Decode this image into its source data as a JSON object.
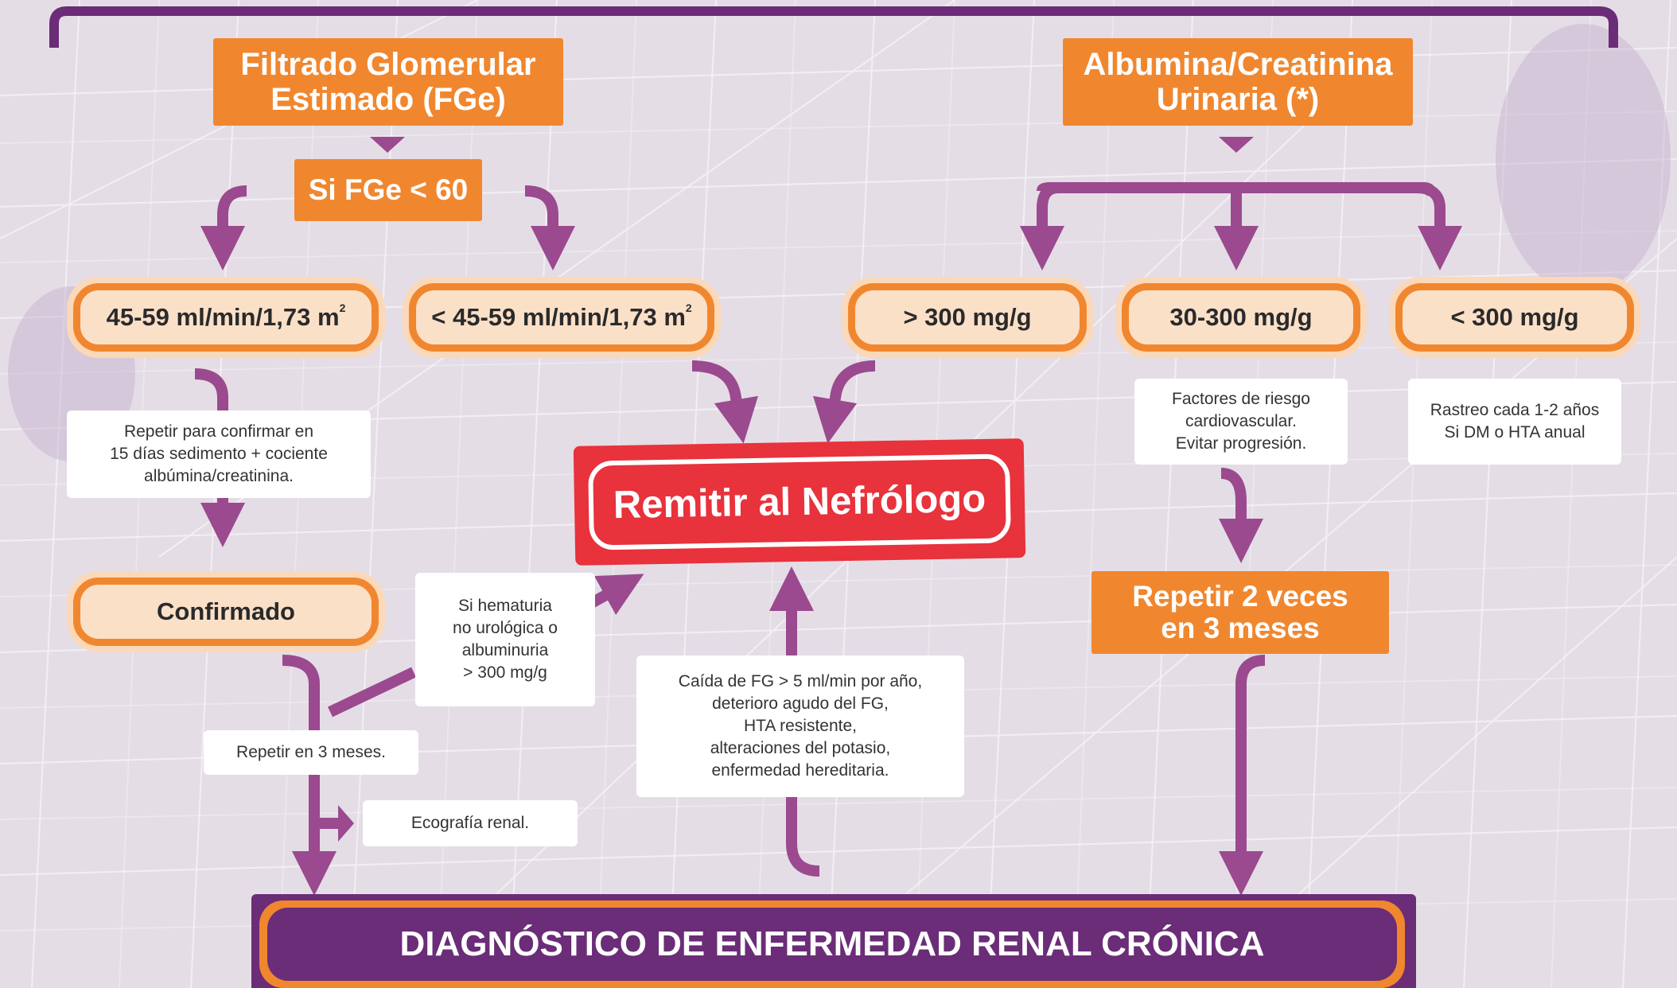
{
  "header_left": {
    "line1": "Filtrado Glomerular",
    "line2": "Estimado (FGe)"
  },
  "header_right": {
    "line1": "Albumina/Creatinina",
    "line2": "Urinaria (*)"
  },
  "condition": "Si FGe < 60",
  "pills": {
    "fg_mild": {
      "text": "45-59 ml/min/1,73 m",
      "sup": "2"
    },
    "fg_low": {
      "text": "< 45-59 ml/min/1,73 m",
      "sup": "2"
    },
    "alb_high": "> 300 mg/g",
    "alb_mid": "30-300 mg/g",
    "alb_low": "< 300 mg/g",
    "confirmado": "Confirmado"
  },
  "notes": {
    "repetir_confirmar": [
      "Repetir para confirmar en",
      "15 días sedimento + cociente",
      "albúmina/creatinina."
    ],
    "hematuria": [
      "Si hematuria",
      "no urológica o",
      "albuminuria",
      "> 300 mg/g"
    ],
    "repetir_3_meses": "Repetir en 3 meses.",
    "ecografia": "Ecografía renal.",
    "caida_fg": [
      "Caída de FG > 5 ml/min por año,",
      "deterioro agudo del FG,",
      "HTA resistente,",
      "alteraciones del potasio,",
      "enfermedad hereditaria."
    ],
    "factores_riesgo": [
      "Factores de riesgo",
      "cardiovascular.",
      "Evitar progresión."
    ],
    "rastreo": [
      "Rastreo cada 1-2 años",
      "Si DM o HTA anual"
    ]
  },
  "remitir": "Remitir al Nefrólogo",
  "repetir_2_veces": {
    "line1": "Repetir 2 veces",
    "line2": "en 3 meses"
  },
  "diagnostico": "DIAGNÓSTICO DE ENFERMEDAD RENAL CRÓNICA",
  "colors": {
    "orange": "#f0872f",
    "pill_fill": "#fbe0c8",
    "purple_arrow": "#9b4a8f",
    "dark_purple": "#6b2c78",
    "red": "#e8323c",
    "background": "#e4dde6"
  }
}
